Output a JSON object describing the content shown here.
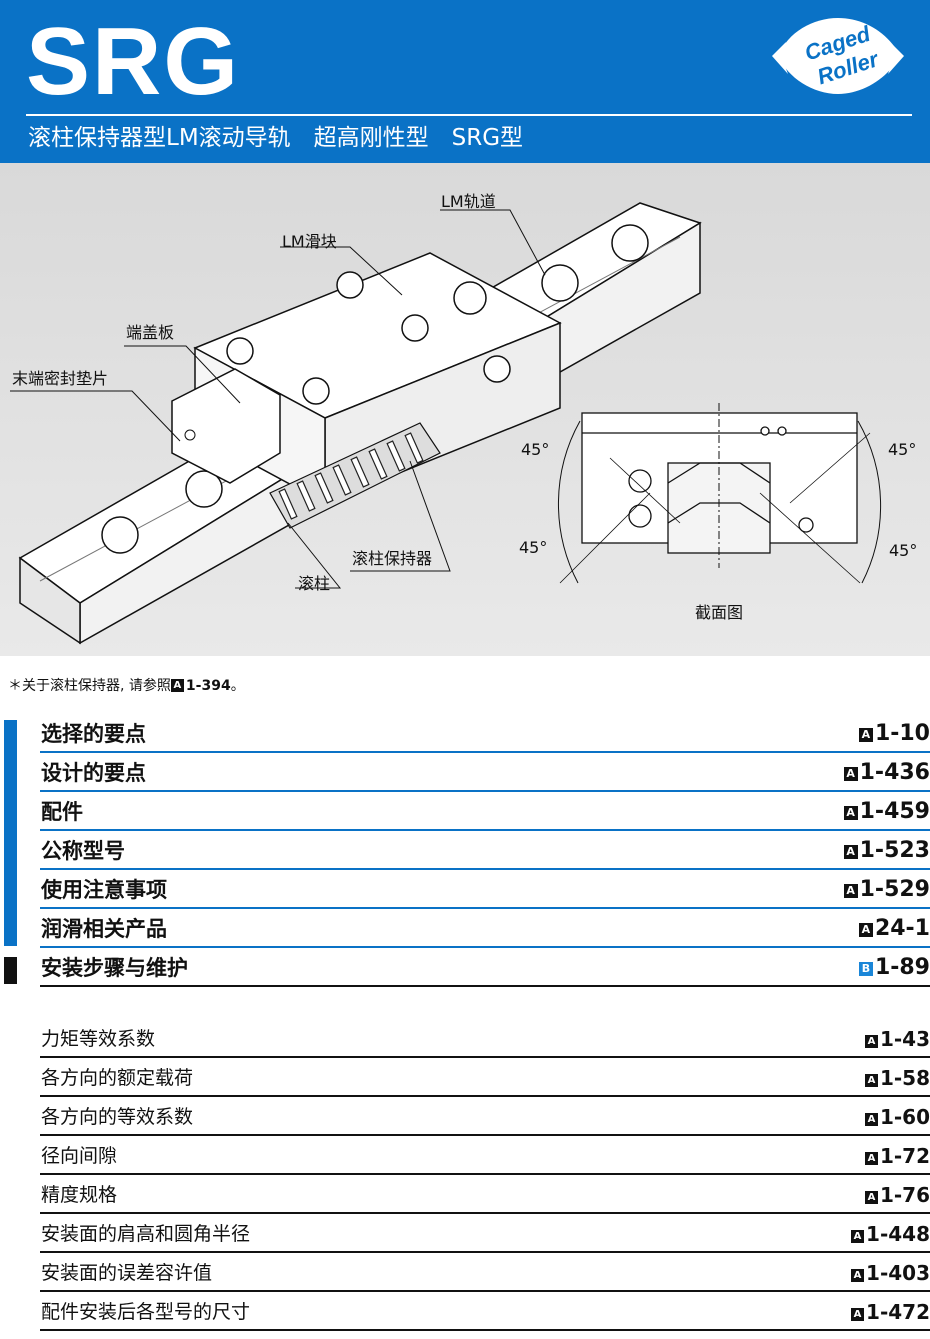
{
  "header": {
    "title": "SRG",
    "subtitle": "滚柱保持器型LM滚动导轨　超高刚性型　SRG型",
    "logo_line1": "Caged",
    "logo_line2": "Roller",
    "brand_color": "#0a72c6"
  },
  "figure": {
    "callouts": {
      "rail": "LM轨道",
      "block": "LM滑块",
      "end_plate": "端盖板",
      "end_seal": "末端密封垫片",
      "cage": "滚柱保持器",
      "roller": "滚柱"
    },
    "angles": [
      "45°",
      "45°",
      "45°",
      "45°"
    ],
    "section_caption": "截面图"
  },
  "note": {
    "prefix": "＊关于滚柱保持器, 请参照",
    "badge": "A",
    "ref": "1-394",
    "suffix": "。"
  },
  "main_refs": [
    {
      "label": "选择的要点",
      "badge": "A",
      "ref": "1-10"
    },
    {
      "label": "设计的要点",
      "badge": "A",
      "ref": "1-436"
    },
    {
      "label": "配件",
      "badge": "A",
      "ref": "1-459"
    },
    {
      "label": "公称型号",
      "badge": "A",
      "ref": "1-523"
    },
    {
      "label": "使用注意事项",
      "badge": "A",
      "ref": "1-529"
    },
    {
      "label": "润滑相关产品",
      "badge": "A",
      "ref": "24-1"
    },
    {
      "label": "安装步骤与维护",
      "badge": "B",
      "ref": "1-89"
    }
  ],
  "sub_refs": [
    {
      "label": "力矩等效系数",
      "badge": "A",
      "ref": "1-43"
    },
    {
      "label": "各方向的额定载荷",
      "badge": "A",
      "ref": "1-58"
    },
    {
      "label": "各方向的等效系数",
      "badge": "A",
      "ref": "1-60"
    },
    {
      "label": "径向间隙",
      "badge": "A",
      "ref": "1-72"
    },
    {
      "label": "精度规格",
      "badge": "A",
      "ref": "1-76"
    },
    {
      "label": "安装面的肩高和圆角半径",
      "badge": "A",
      "ref": "1-448"
    },
    {
      "label": "安装面的误差容许值",
      "badge": "A",
      "ref": "1-403"
    },
    {
      "label": "配件安装后各型号的尺寸",
      "badge": "A",
      "ref": "1-472"
    }
  ]
}
